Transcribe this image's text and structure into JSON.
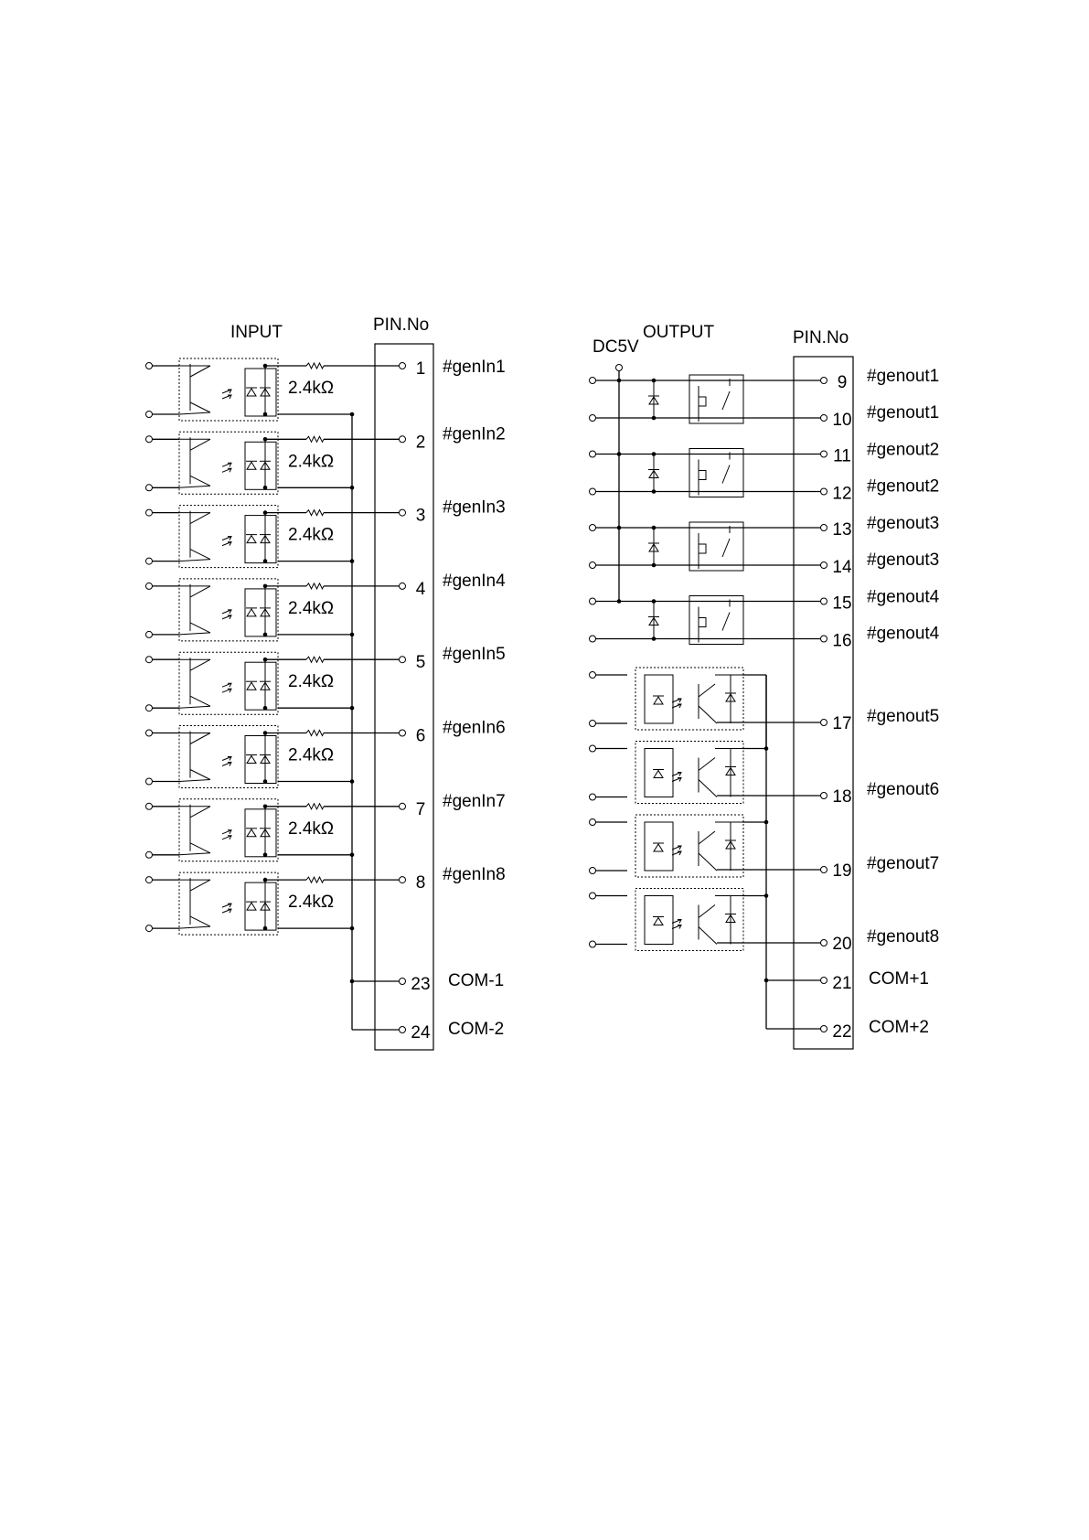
{
  "input": {
    "title": "INPUT",
    "resistor_label": "2.4kΩ",
    "channels": [
      {
        "pin": "1",
        "signal": "#genIn1"
      },
      {
        "pin": "2",
        "signal": "#genIn2"
      },
      {
        "pin": "3",
        "signal": "#genIn3"
      },
      {
        "pin": "4",
        "signal": "#genIn4"
      },
      {
        "pin": "5",
        "signal": "#genIn5"
      },
      {
        "pin": "6",
        "signal": "#genIn6"
      },
      {
        "pin": "7",
        "signal": "#genIn7"
      },
      {
        "pin": "8",
        "signal": "#genIn8"
      }
    ],
    "commons": [
      {
        "pin": "23",
        "signal": "COM-1"
      },
      {
        "pin": "24",
        "signal": "COM-2"
      }
    ],
    "connector_label": "PIN.No"
  },
  "output": {
    "title": "OUTPUT",
    "supply_label": "DC5V",
    "connector_label": "PIN.No",
    "relay_pins": [
      {
        "pin": "9",
        "signal": "#genout1"
      },
      {
        "pin": "10",
        "signal": "#genout1"
      },
      {
        "pin": "11",
        "signal": "#genout2"
      },
      {
        "pin": "12",
        "signal": "#genout2"
      },
      {
        "pin": "13",
        "signal": "#genout3"
      },
      {
        "pin": "14",
        "signal": "#genout3"
      },
      {
        "pin": "15",
        "signal": "#genout4"
      },
      {
        "pin": "16",
        "signal": "#genout4"
      }
    ],
    "transistor_pins": [
      {
        "pin": "17",
        "signal": "#genout5"
      },
      {
        "pin": "18",
        "signal": "#genout6"
      },
      {
        "pin": "19",
        "signal": "#genout7"
      },
      {
        "pin": "20",
        "signal": "#genout8"
      }
    ],
    "commons": [
      {
        "pin": "21",
        "signal": "COM+1"
      },
      {
        "pin": "22",
        "signal": "COM+2"
      }
    ]
  }
}
